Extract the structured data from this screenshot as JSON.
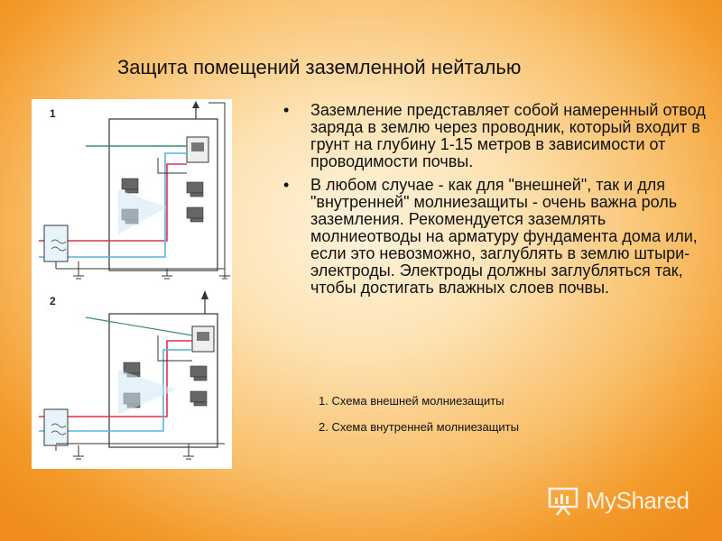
{
  "slide": {
    "title": "Защита помещений заземленной нейталью",
    "bullets": [
      {
        "marker": "•",
        "text": "Заземление представляет собой намеренный отвод заряда в землю через проводник, который входит в грунт на глубину 1-15 метров в зависимости от проводимости почвы."
      },
      {
        "marker": "•",
        "text": "В любом случае - как для \"внешней\", так и для \"внутренней\" молниезащиты - очень важна роль заземления. Рекомендуется заземлять молниеотводы на арматуру фундамента дома или, если это невозможно, заглублять в землю штыри-электроды. Электроды должны заглубляться так, чтобы достигать влажных слоев почвы."
      }
    ],
    "captions": [
      "1. Схема внешней молниезащиты",
      "2. Схема внутренней молниезащиты"
    ]
  },
  "figure": {
    "label_1": "1",
    "label_2": "2",
    "colors": {
      "red": "#e0304a",
      "blue": "#5ab4dc",
      "green": "#3a8a78",
      "wire": "#333333"
    }
  },
  "watermark": {
    "text": "MyShared",
    "icon": "presentation-board-icon"
  }
}
